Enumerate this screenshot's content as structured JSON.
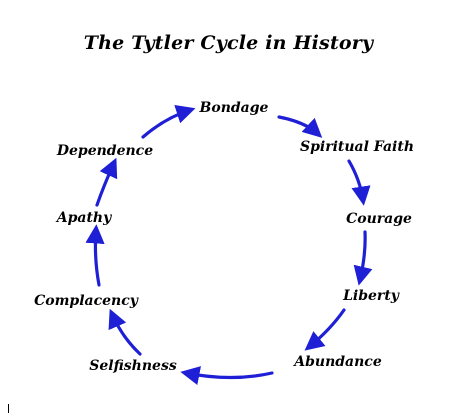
{
  "title": "The Tytler Cycle in History",
  "colors": {
    "arrow": "#1f1fd6",
    "text": "#000000",
    "background": "#ffffff"
  },
  "stages": [
    "Bondage",
    "Spiritual Faith",
    "Courage",
    "Liberty",
    "Abundance",
    "Selfishness",
    "Complacency",
    "Apathy",
    "Dependence"
  ]
}
